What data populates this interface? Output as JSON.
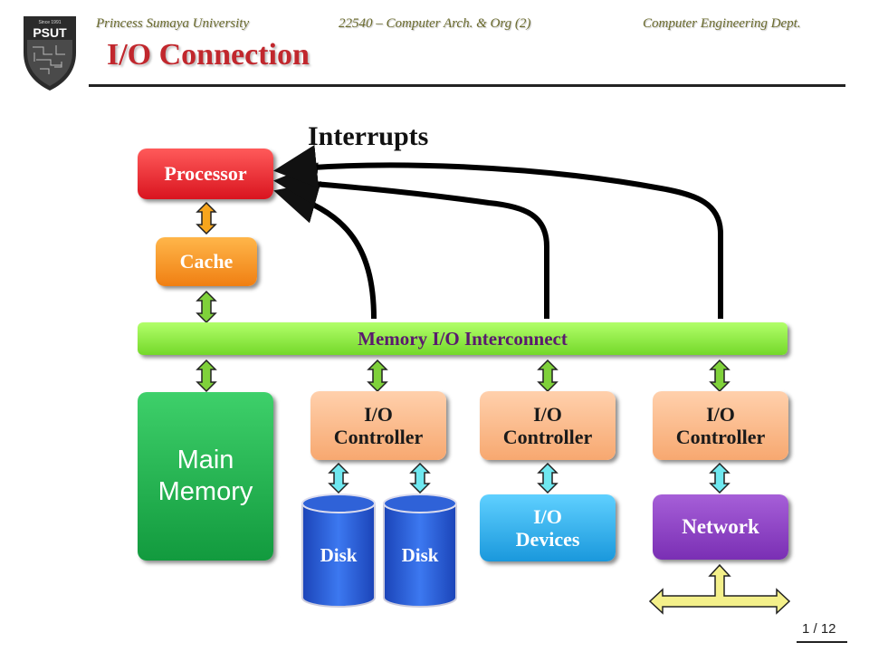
{
  "header": {
    "left": "Princess Sumaya University",
    "middle": "22540 – Computer Arch. & Org (2)",
    "right": "Computer Engineering Dept."
  },
  "logo": {
    "top_text": "Since 1991",
    "name": "PSUT"
  },
  "slide": {
    "title": "I/O Connection",
    "page": "1 / 12"
  },
  "diagram": {
    "interrupts_label": "Interrupts",
    "processor": "Processor",
    "cache": "Cache",
    "interconnect": "Memory I/O Interconnect",
    "main_memory_line1": "Main",
    "main_memory_line2": "Memory",
    "io_controller_1": {
      "line1": "I/O",
      "line2": "Controller"
    },
    "io_controller_2": {
      "line1": "I/O",
      "line2": "Controller"
    },
    "io_controller_3": {
      "line1": "I/O",
      "line2": "Controller"
    },
    "disk_1": "Disk",
    "disk_2": "Disk",
    "io_devices": {
      "line1": "I/O",
      "line2": "Devices"
    },
    "network": "Network"
  },
  "colors": {
    "title": "#c1272d",
    "processor": "#e8202f",
    "cache": "#f7941d",
    "interconnect": "#8ee63a",
    "main_memory": "#1aa84a",
    "io_controller": "#fbb98a",
    "disk": "#2a5fe0",
    "io_devices": "#2aaae8",
    "network": "#8a3fc2",
    "arrow_orange": "#f7a51d",
    "arrow_green": "#7fd13a",
    "arrow_cyan": "#6fe8f0",
    "arrow_yellow": "#f4f08a"
  }
}
